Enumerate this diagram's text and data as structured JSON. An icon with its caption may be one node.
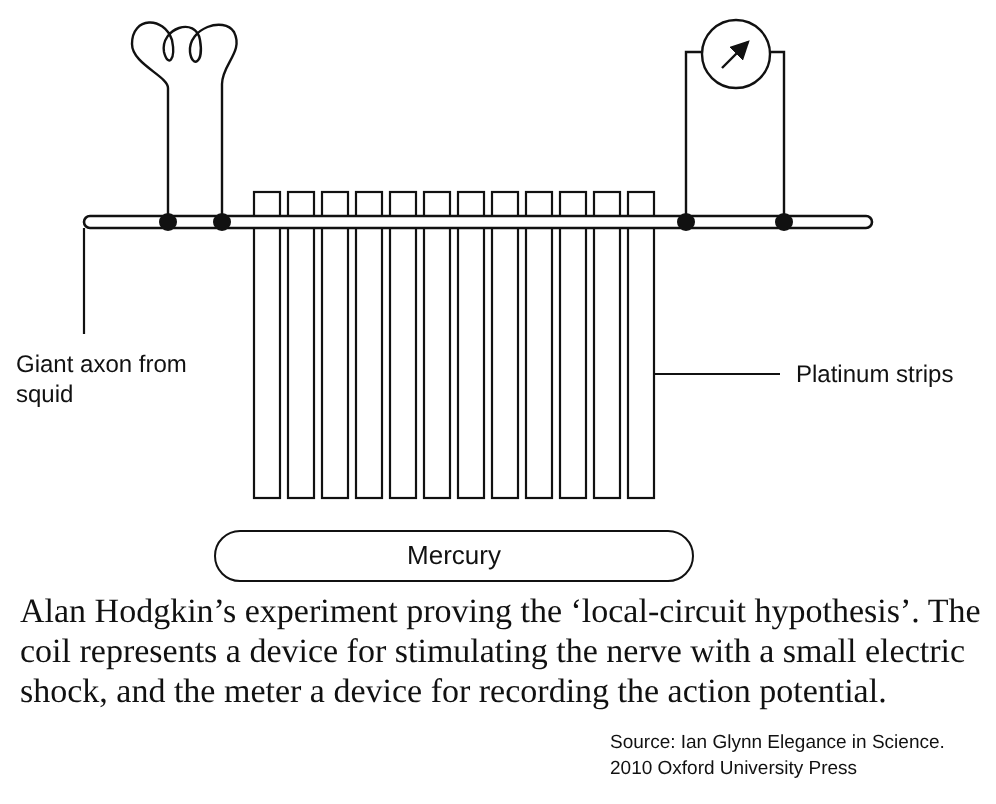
{
  "diagram": {
    "caption": "Alan Hodgkin’s experiment proving the ‘local-circuit hypothesis’. The coil represents a device for stimulating the nerve with a small electric shock, and the meter a device for recording the action potential.",
    "nodes": [
      {
        "text": [
          "Giant axon from squid"
        ]
      },
      {
        "text": [],
        "shape": "bar"
      },
      {
        "text": [
          "Platinum strips"
        ]
      },
      {
        "text": [],
        "shape": "box"
      },
      {
        "text": [
          "Mercury"
        ]
      }
    ],
    "edges": [
      {
        "from": 0,
        "to": 1,
        "arrow": "none"
      },
      {
        "from": 2,
        "to": 3,
        "arrow": "none"
      }
    ],
    "labels": [
      "Source: Ian Glynn Elegance in Science. 2010 Oxford University Press"
    ]
  }
}
